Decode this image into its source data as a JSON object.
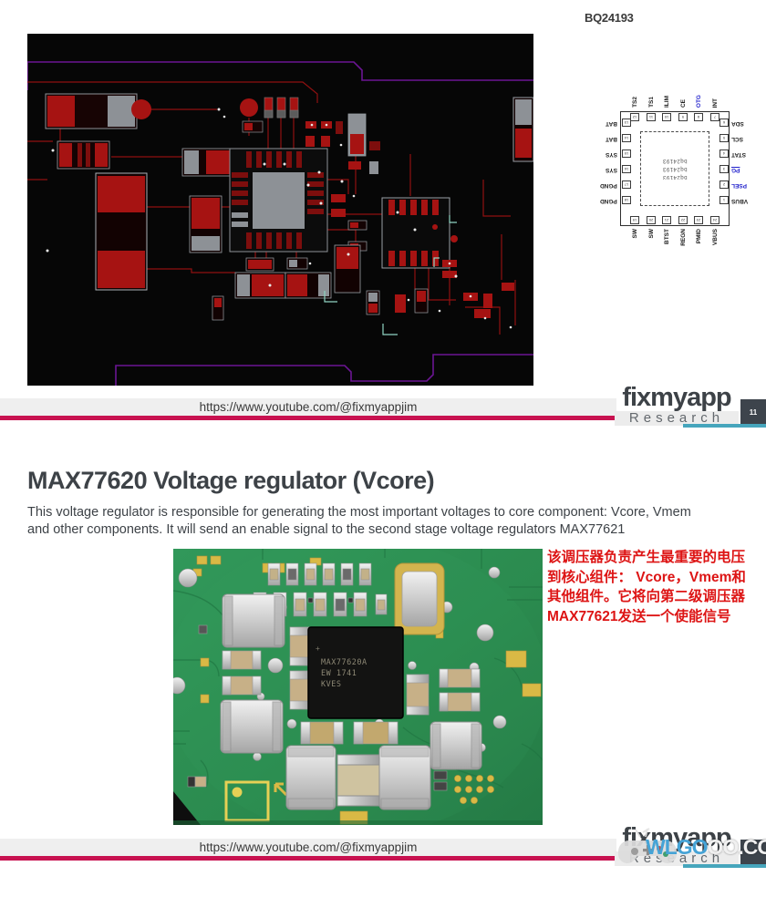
{
  "header": {
    "doc_label": "BQ24193"
  },
  "pinout": {
    "center": [
      "bq24193",
      "bq24193",
      "bq24193"
    ],
    "top_labels": [
      "TS2",
      "TS1",
      "ILIM",
      "CE",
      "OTG",
      "INT"
    ],
    "top_numbers": [
      "12",
      "11",
      "10",
      "9",
      "8",
      "7"
    ],
    "right_labels": [
      "SDA",
      "SCL",
      "STAT",
      "PG",
      "PSEL",
      "VBUS"
    ],
    "right_numbers": [
      "6",
      "5",
      "4",
      "3",
      "2",
      "1"
    ],
    "bottom_labels": [
      "SW",
      "SW",
      "BTST",
      "REGN",
      "PMID",
      "VBUS"
    ],
    "bottom_numbers": [
      "19",
      "20",
      "21",
      "22",
      "23",
      "24"
    ],
    "left_labels": [
      "BAT",
      "BAT",
      "SYS",
      "SYS",
      "PGND",
      "PGND"
    ],
    "left_numbers": [
      "13",
      "14",
      "15",
      "16",
      "17",
      "18"
    ]
  },
  "footer": {
    "url": "https://www.youtube.com/@fixmyappjim",
    "brand": "fixmyapp",
    "brand_sub": "Research",
    "page_number": "11"
  },
  "slide2": {
    "title": "MAX77620 Voltage regulator (Vcore)",
    "body_lines": [
      "This voltage regulator is responsible for generating the most important voltages to core component: Vcore, Vmem",
      "and other components. It will send an enable signal to the second stage voltage regulators MAX77621"
    ],
    "annotation_lines": [
      "该调压器负责产生最重要的电压",
      "到核心组件： Vcore，Vmem和",
      "其他组件。它将向第二级调压器",
      "MAX77621发送一个使能信号"
    ],
    "chip_marking": [
      "MAX77620A",
      "EW 1741",
      "KVES"
    ]
  },
  "watermark": {
    "blue": "WLGO",
    "white": "OO.COM"
  },
  "colors": {
    "accent_magenta": "#c81250",
    "accent_teal": "#46a5bc",
    "annotation_red": "#dd1414",
    "pin_blue": "#2121cc",
    "band_gray": "#efefef"
  }
}
